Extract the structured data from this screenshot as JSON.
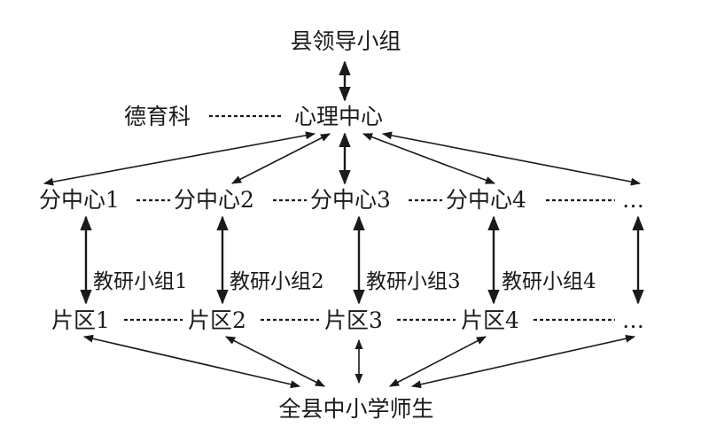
{
  "nodes": {
    "leader_group": "县领导小组",
    "moral_dept": "德育科",
    "psych_center": "心理中心",
    "sub_centers": [
      "分中心1",
      "分中心2",
      "分中心3",
      "分中心4",
      "…"
    ],
    "research_groups": [
      "教研小组1",
      "教研小组2",
      "教研小组3",
      "教研小组4"
    ],
    "districts": [
      "片区1",
      "片区2",
      "片区3",
      "片区4",
      "…"
    ],
    "all_students_teachers": "全县中小学师生"
  }
}
